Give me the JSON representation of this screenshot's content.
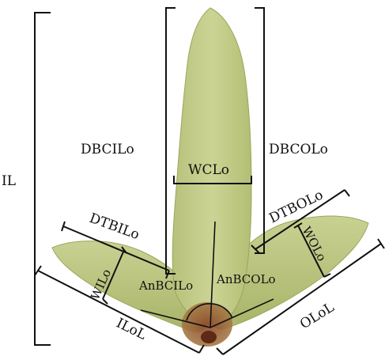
{
  "labels": {
    "il": "IL",
    "dbcilo": "DBCILo",
    "dbcolo": "DBCOLo",
    "wclo": "WCLo",
    "dtbilo": "DTBILo",
    "dtbolo": "DTBOLo",
    "wilo": "WILo",
    "wolo": "WOLo",
    "anbcilo": "AnBCILo",
    "anbcolo": "AnBCOLo",
    "ilol": "ILoL",
    "olol": "OLoL"
  },
  "colors": {
    "leaf_light": "#c6cf8f",
    "leaf_mid": "#aebb6e",
    "leaf_dark": "#8f9c55",
    "base_brown": "#7a3a22",
    "line": "#111111"
  }
}
